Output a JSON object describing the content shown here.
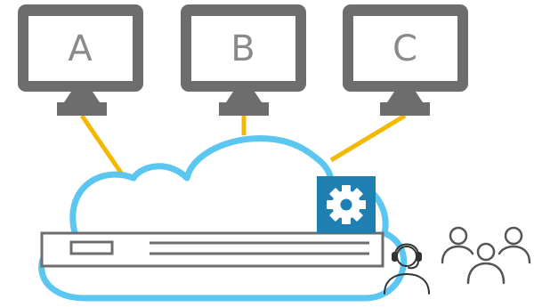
{
  "monitors": [
    {
      "label": "A"
    },
    {
      "label": "B"
    },
    {
      "label": "C"
    }
  ],
  "icons": {
    "cloud": "cloud-icon",
    "server": "server-rack-icon",
    "settings": "gear-icon",
    "support": "headset-agent-icon",
    "users": "user-group-icon"
  },
  "colors": {
    "monitor": "#6d6d6d",
    "screen": "#ffffff",
    "label": "#8a8a8a",
    "link": "#f5b800",
    "cloud": "#5bc6f0",
    "gear_bg": "#1e7fb0",
    "people_line": "#555555"
  }
}
